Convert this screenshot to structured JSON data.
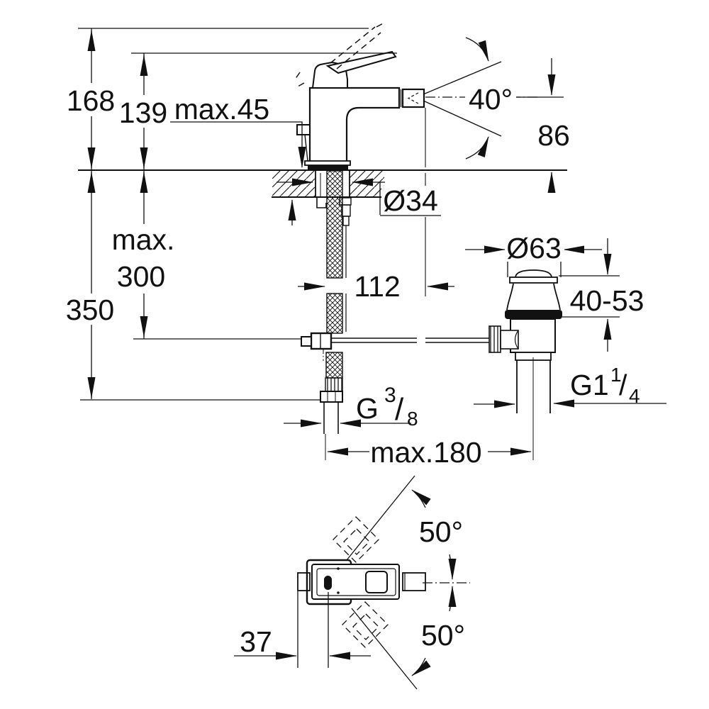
{
  "colors": {
    "line": "#111111",
    "background": "#ffffff"
  },
  "front_view": {
    "dim_height_total": "168",
    "dim_height_body": "139",
    "dim_deck_max": "max.45",
    "dim_spray_angle": "40°",
    "dim_spout_height": "86",
    "dim_hole_diameter": "Ø34",
    "dim_spout_reach": "112",
    "dim_depth_max_line1": "max.",
    "dim_depth_max_line2": "300",
    "dim_hose_depth": "350",
    "dim_waste_flange_diameter": "Ø63",
    "dim_waste_height_range": "40-53",
    "waste_thread": {
      "base": "G1",
      "numerator": "1",
      "slash": "/",
      "denominator": "4"
    },
    "supply_thread": {
      "base": "G",
      "numerator": "3",
      "slash": "/",
      "denominator": "8"
    },
    "dim_rod_reach": "max.180"
  },
  "top_view": {
    "dim_handle_offset": "37",
    "dim_swivel_upper": "50°",
    "dim_swivel_lower": "50°"
  }
}
